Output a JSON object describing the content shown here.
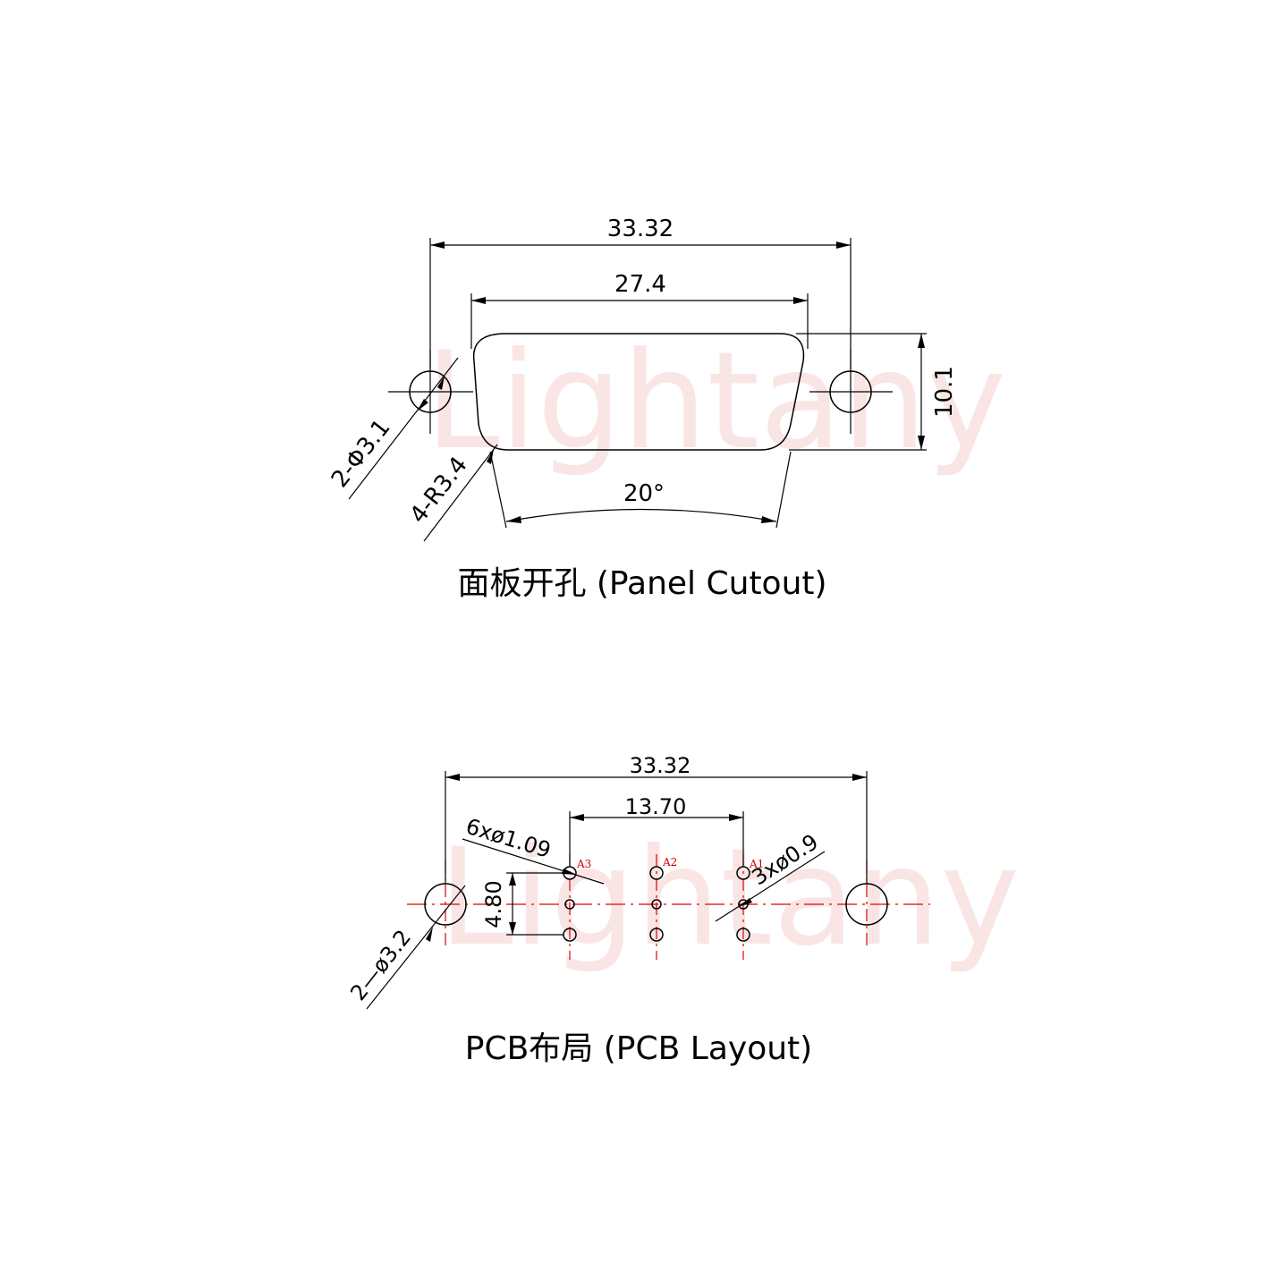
{
  "watermark": "Lightany",
  "panel": {
    "caption": "面板开孔 (Panel Cutout)",
    "dim_overall": "33.32",
    "dim_opening": "27.4",
    "dim_height": "10.1",
    "dim_holes": "2-Φ3.1",
    "dim_radius": "4-R3.4",
    "dim_angle": "20°"
  },
  "pcb": {
    "caption": "PCB布局 (PCB Layout)",
    "dim_overall": "33.32",
    "dim_pin_span": "13.70",
    "dim_row": "4.80",
    "dim_small_holes": "6xø1.09",
    "dim_pin_holes": "3xø0.9",
    "dim_mount_holes": "2—ø3.2",
    "pin_labels": [
      "A3",
      "A2",
      "A1"
    ]
  },
  "colors": {
    "line": "#000000",
    "centerline": "#e00000",
    "watermark": "#f5c0c0"
  }
}
